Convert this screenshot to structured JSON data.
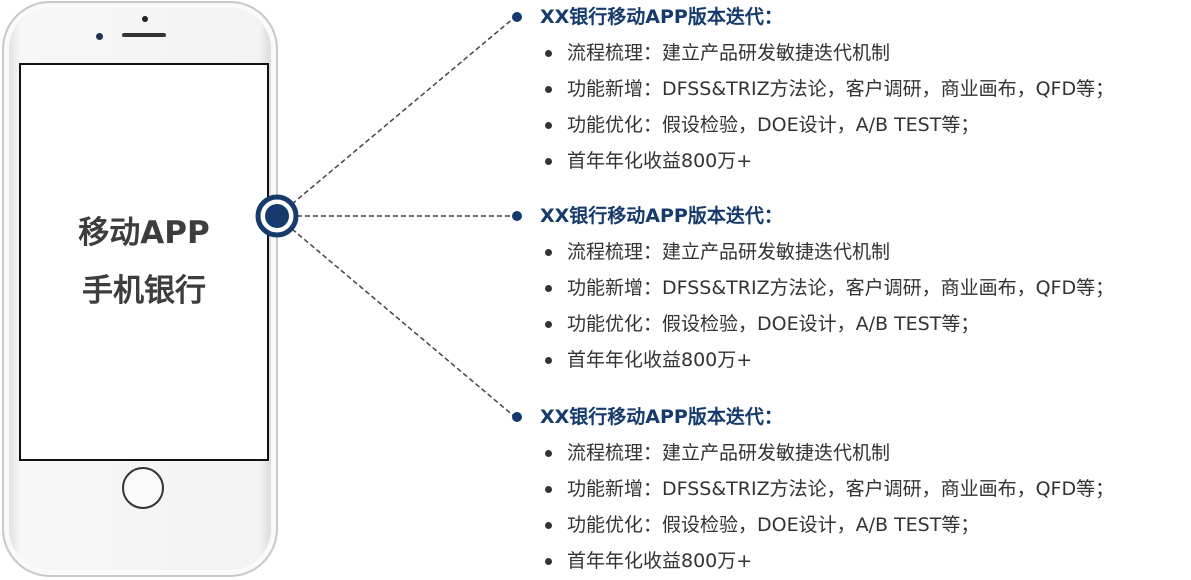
{
  "phone": {
    "line1": "移动APP",
    "line2": "手机银行"
  },
  "groups": [
    {
      "title": "XX银行移动APP版本迭代：",
      "items": [
        "流程梳理：建立产品研发敏捷迭代机制",
        "功能新增：DFSS&TRIZ方法论，客户调研，商业画布，QFD等；",
        "功能优化：假设检验，DOE设计，A/B TEST等；",
        "首年年化收益800万+"
      ]
    },
    {
      "title": "XX银行移动APP版本迭代：",
      "items": [
        "流程梳理：建立产品研发敏捷迭代机制",
        "功能新增：DFSS&TRIZ方法论，客户调研，商业画布，QFD等；",
        "功能优化：假设检验，DOE设计，A/B TEST等；",
        "首年年化收益800万+"
      ]
    },
    {
      "title": "XX银行移动APP版本迭代：",
      "items": [
        "流程梳理：建立产品研发敏捷迭代机制",
        "功能新增：DFSS&TRIZ方法论，客户调研，商业画布，QFD等；",
        "功能优化：假设检验，DOE设计，A/B TEST等；",
        "首年年化收益800万+"
      ]
    }
  ],
  "colors": {
    "accent": "#163a6b",
    "text": "#333333"
  }
}
